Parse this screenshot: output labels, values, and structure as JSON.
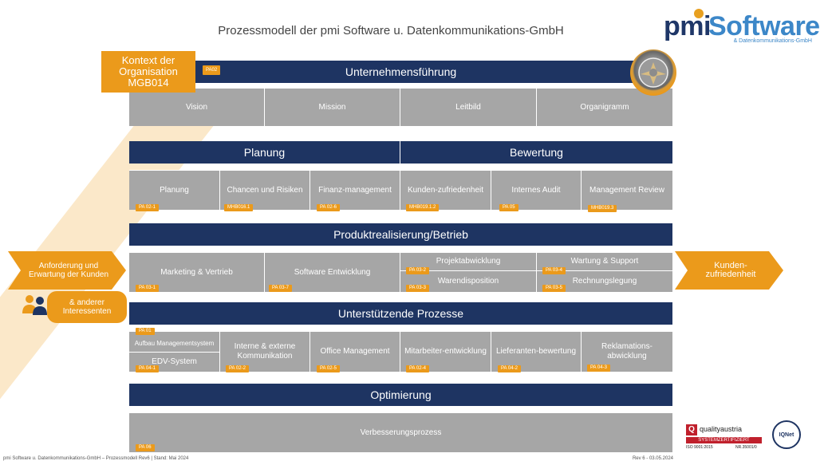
{
  "title": "Prozessmodell der pmi Software u. Datenkommunikations-GmbH",
  "logo": {
    "pmi": "pmi",
    "software": "Software",
    "subtitle": "& Datenkommunikations-GmbH"
  },
  "kontext": "Kontext der Organisation MGB014",
  "unternehmen": {
    "header": "Unternehmensführung",
    "tag": "PA02",
    "items": [
      "Vision",
      "Mission",
      "Leitbild",
      "Organigramm"
    ]
  },
  "planung": {
    "header": "Planung",
    "items": [
      {
        "label": "Planung",
        "tag": "PA 02-1"
      },
      {
        "label": "Chancen und Risiken",
        "tag": "MHB016.1"
      },
      {
        "label": "Finanz-management",
        "tag": "PA 02-6"
      }
    ]
  },
  "bewertung": {
    "header": "Bewertung",
    "items": [
      {
        "label": "Kunden-zufriedenheit",
        "tag": "MHB019.1.2"
      },
      {
        "label": "Internes Audit",
        "tag": "PA 05"
      },
      {
        "label": "Management Review",
        "tag": "MHB019.3"
      }
    ]
  },
  "produkt": {
    "header": "Produktrealisierung/Betrieb",
    "marketing": {
      "label": "Marketing & Vertrieb",
      "tag": "PA 03-1"
    },
    "software": {
      "label": "Software Entwicklung",
      "tag": "PA 03-7"
    },
    "projekt": {
      "label": "Projektabwicklung",
      "tag": "PA 03-2"
    },
    "waren": {
      "label": "Warendisposition",
      "tag": "PA 03-3"
    },
    "wartung": {
      "label": "Wartung & Support",
      "tag": "PA 03-4"
    },
    "rechnung": {
      "label": "Rechnungslegung",
      "tag": "PA 03-5"
    }
  },
  "unterstuetzend": {
    "header": "Unterstützende Prozesse",
    "aufbau": {
      "label": "Aufbau Managementsystem",
      "tag": "PA 01"
    },
    "edv": {
      "label": "EDV-System",
      "tag": "PA 04-1"
    },
    "items": [
      {
        "label": "Interne & externe Kommunikation",
        "tag": "PA 02-2"
      },
      {
        "label": "Office Management",
        "tag": "PA 02-5"
      },
      {
        "label": "Mitarbeiter-entwicklung",
        "tag": "PA 02-4"
      },
      {
        "label": "Lieferanten-bewertung",
        "tag": "PA 04-2"
      },
      {
        "label": "Reklamations-abwicklung",
        "tag": "PA 04-3"
      }
    ]
  },
  "optimierung": {
    "header": "Optimierung",
    "item": "Verbesserungsprozess",
    "tag": "PA 06"
  },
  "left_arrow": "Anforderung und Erwartung der Kunden",
  "interessenten": "& anderer Interessenten",
  "right_arrow": "Kunden-zufriedenheit",
  "footer_left": "pmi Software u. Datenkommunikations-GmbH – Prozessmodell Rev6 | Stand: Mai 2024",
  "footer_right": "Rev 6 - 03.05.2024",
  "cert": {
    "brand": "qualityaustria",
    "line2": "SYSTEMZERTIFIZIERT",
    "iso": "ISO 9001:2015",
    "nr": "NR.35001/0",
    "iqnet": "IQNet"
  },
  "colors": {
    "navy": "#1e3462",
    "orange": "#eb9a1b",
    "gray": "#a6a6a6"
  }
}
